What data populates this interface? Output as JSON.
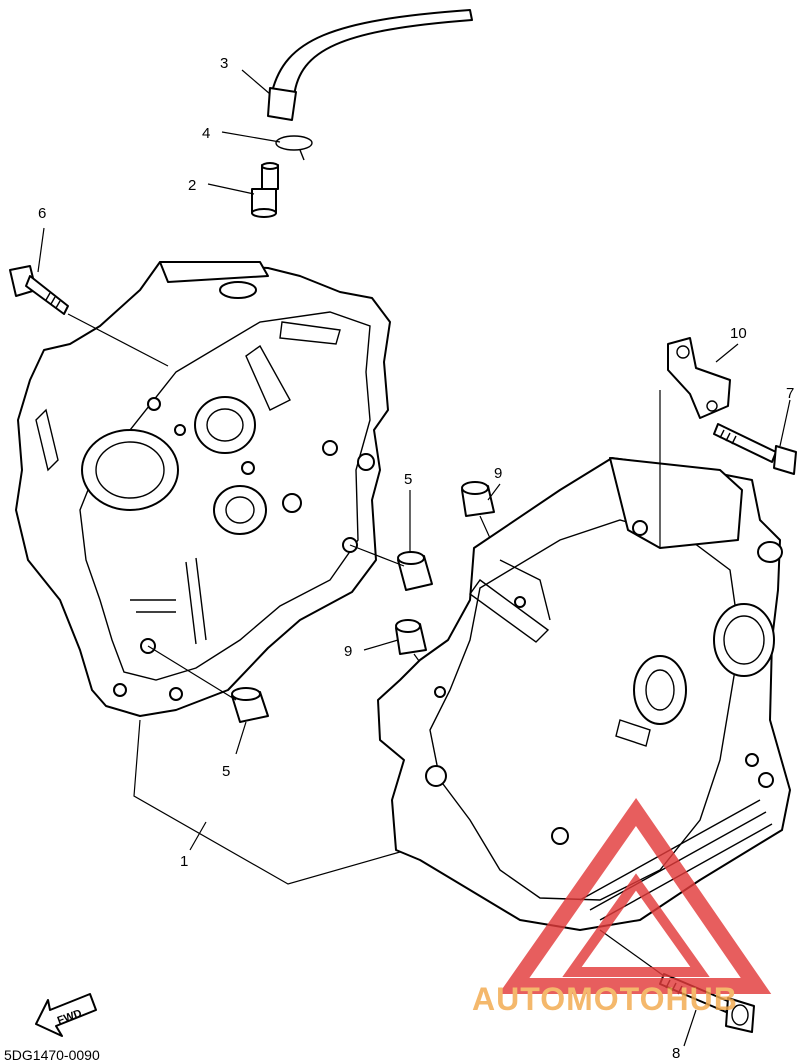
{
  "diagram": {
    "callouts": {
      "c1": "1",
      "c2": "2",
      "c3": "3",
      "c4": "4",
      "c5a": "5",
      "c5b": "5",
      "c6": "6",
      "c7": "7",
      "c8": "8",
      "c9a": "9",
      "c9b": "9",
      "c10": "10"
    },
    "fwd_label": "FWD",
    "document_code": "5DG1470-0090"
  },
  "watermark": {
    "text": "AUTOMOTOHUB",
    "accent_red": "#e23b3b",
    "accent_orange": "#f2a94c"
  }
}
